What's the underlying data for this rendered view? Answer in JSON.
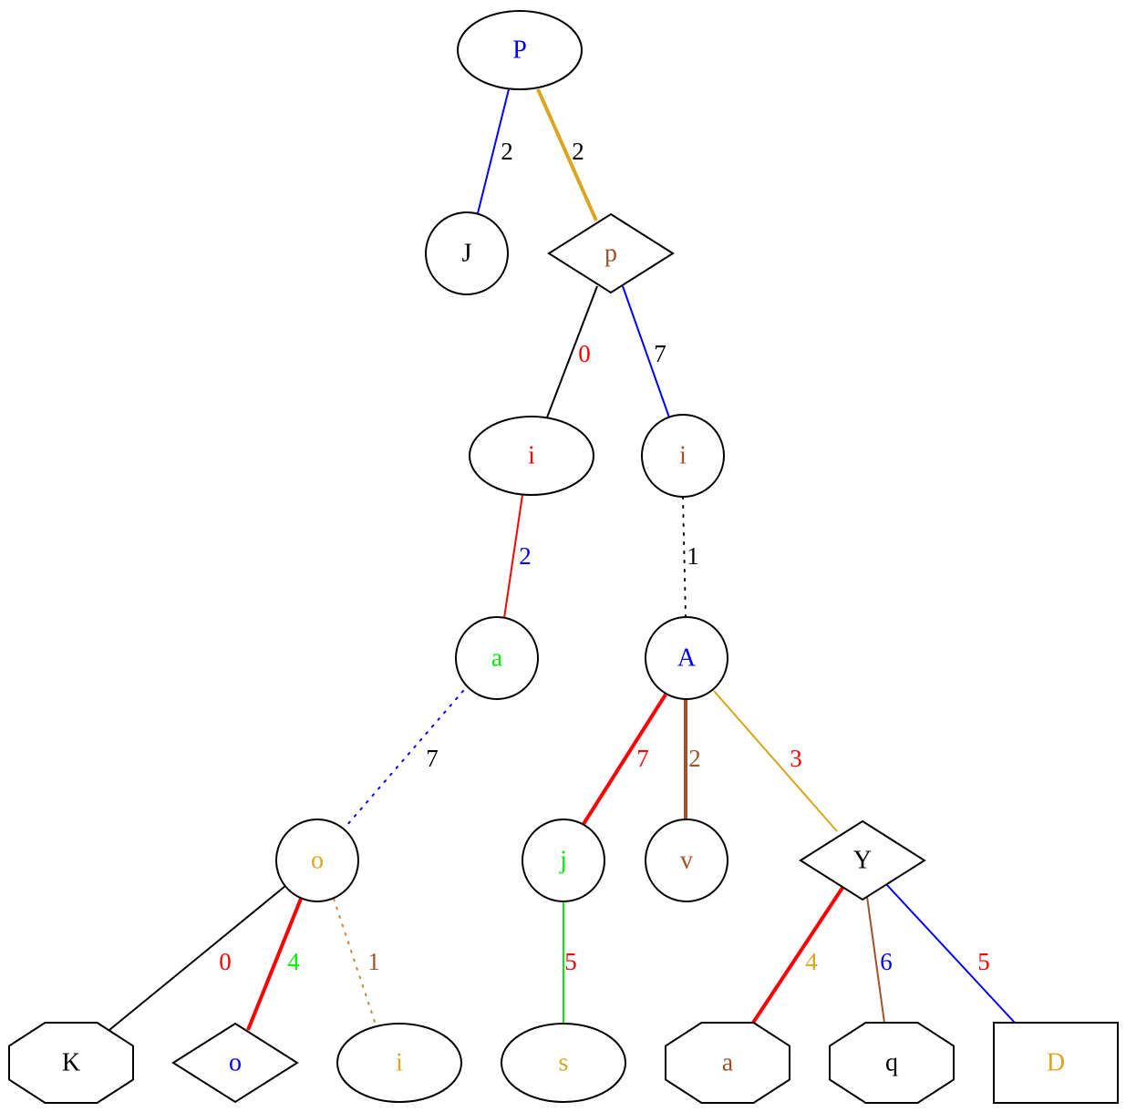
{
  "colors": {
    "black": "#000000",
    "red": "#ff0000",
    "blue": "#0000ff",
    "green": "#00ee00",
    "gold": "#daa520",
    "brown": "#a0522d",
    "orange": "#cd853f"
  },
  "nodes": [
    {
      "id": "n_P",
      "label": "P",
      "shape": "ellipse",
      "color": "#0000ff"
    },
    {
      "id": "n_J",
      "label": "J",
      "shape": "circle",
      "color": "#000000"
    },
    {
      "id": "n_p",
      "label": "p",
      "shape": "diamond",
      "color": "#a0522d"
    },
    {
      "id": "n_i1",
      "label": "i",
      "shape": "ellipse",
      "color": "#ff0000"
    },
    {
      "id": "n_i2",
      "label": "i",
      "shape": "circle",
      "color": "#a0522d"
    },
    {
      "id": "n_a",
      "label": "a",
      "shape": "circle",
      "color": "#00ee00"
    },
    {
      "id": "n_A",
      "label": "A",
      "shape": "circle",
      "color": "#0000ff"
    },
    {
      "id": "n_o",
      "label": "o",
      "shape": "circle",
      "color": "#daa520"
    },
    {
      "id": "n_j",
      "label": "j",
      "shape": "circle",
      "color": "#00ee00"
    },
    {
      "id": "n_v",
      "label": "v",
      "shape": "circle",
      "color": "#a0522d"
    },
    {
      "id": "n_Y",
      "label": "Y",
      "shape": "diamond",
      "color": "#000000"
    },
    {
      "id": "n_K",
      "label": "K",
      "shape": "octagon",
      "color": "#000000"
    },
    {
      "id": "n_o2",
      "label": "o",
      "shape": "diamond",
      "color": "#0000ff"
    },
    {
      "id": "n_i3",
      "label": "i",
      "shape": "ellipse",
      "color": "#daa520"
    },
    {
      "id": "n_s",
      "label": "s",
      "shape": "ellipse",
      "color": "#daa520"
    },
    {
      "id": "n_a2",
      "label": "a",
      "shape": "octagon",
      "color": "#a0522d"
    },
    {
      "id": "n_q",
      "label": "q",
      "shape": "octagon",
      "color": "#000000"
    },
    {
      "id": "n_D",
      "label": "D",
      "shape": "box",
      "color": "#daa520"
    }
  ],
  "edges": [
    {
      "from": "n_P",
      "to": "n_J",
      "label": "2",
      "color": "#0000ff",
      "label_color": "#000000",
      "style": "solid"
    },
    {
      "from": "n_P",
      "to": "n_p",
      "label": "2",
      "color": "#daa520",
      "label_color": "#000000",
      "style": "bold"
    },
    {
      "from": "n_p",
      "to": "n_i1",
      "label": "0",
      "color": "#000000",
      "label_color": "#ff0000",
      "style": "solid"
    },
    {
      "from": "n_p",
      "to": "n_i2",
      "label": "7",
      "color": "#0000ff",
      "label_color": "#000000",
      "style": "solid"
    },
    {
      "from": "n_i1",
      "to": "n_a",
      "label": "2",
      "color": "#ff0000",
      "label_color": "#0000ff",
      "style": "solid"
    },
    {
      "from": "n_i2",
      "to": "n_A",
      "label": "1",
      "color": "#000000",
      "label_color": "#000000",
      "style": "dotted"
    },
    {
      "from": "n_a",
      "to": "n_o",
      "label": "7",
      "color": "#0000ff",
      "label_color": "#000000",
      "style": "dotted"
    },
    {
      "from": "n_A",
      "to": "n_j",
      "label": "7",
      "color": "#ff0000",
      "label_color": "#ff0000",
      "style": "bold"
    },
    {
      "from": "n_A",
      "to": "n_v",
      "label": "2",
      "color": "#a0522d",
      "label_color": "#a0522d",
      "style": "bold"
    },
    {
      "from": "n_A",
      "to": "n_Y",
      "label": "3",
      "color": "#daa520",
      "label_color": "#ff0000",
      "style": "solid"
    },
    {
      "from": "n_o",
      "to": "n_K",
      "label": "0",
      "color": "#000000",
      "label_color": "#ff0000",
      "style": "solid"
    },
    {
      "from": "n_o",
      "to": "n_o2",
      "label": "4",
      "color": "#ff0000",
      "label_color": "#00ee00",
      "style": "bold"
    },
    {
      "from": "n_o",
      "to": "n_i3",
      "label": "1",
      "color": "#cd853f",
      "label_color": "#a0522d",
      "style": "dotted"
    },
    {
      "from": "n_j",
      "to": "n_s",
      "label": "5",
      "color": "#00ee00",
      "label_color": "#ff0000",
      "style": "solid"
    },
    {
      "from": "n_Y",
      "to": "n_a2",
      "label": "4",
      "color": "#ff0000",
      "label_color": "#daa520",
      "style": "bold"
    },
    {
      "from": "n_Y",
      "to": "n_q",
      "label": "6",
      "color": "#a0522d",
      "label_color": "#0000ff",
      "style": "solid"
    },
    {
      "from": "n_Y",
      "to": "n_D",
      "label": "5",
      "color": "#0000ff",
      "label_color": "#ff0000",
      "style": "solid"
    }
  ]
}
